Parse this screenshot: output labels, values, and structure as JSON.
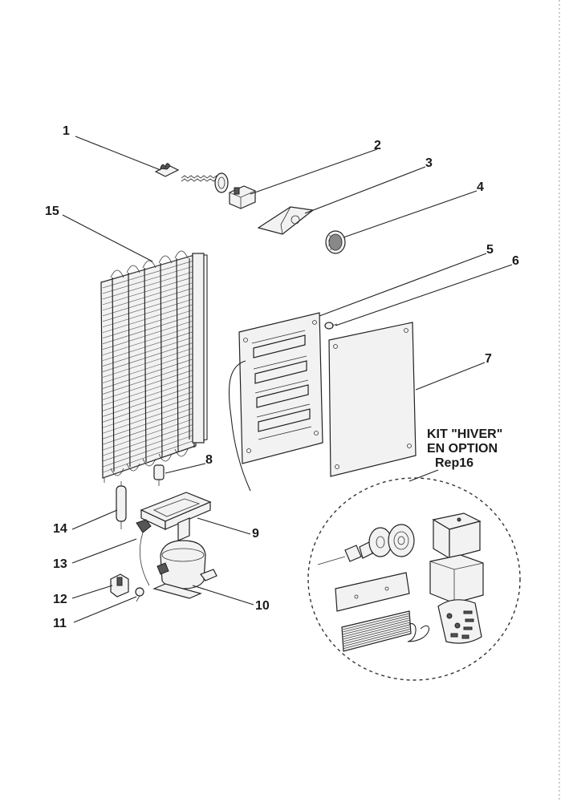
{
  "callouts": [
    {
      "id": "1",
      "label": "1"
    },
    {
      "id": "2",
      "label": "2"
    },
    {
      "id": "3",
      "label": "3"
    },
    {
      "id": "4",
      "label": "4"
    },
    {
      "id": "5",
      "label": "5"
    },
    {
      "id": "6",
      "label": "6"
    },
    {
      "id": "7",
      "label": "7"
    },
    {
      "id": "8",
      "label": "8"
    },
    {
      "id": "9",
      "label": "9"
    },
    {
      "id": "10",
      "label": "10"
    },
    {
      "id": "11",
      "label": "11"
    },
    {
      "id": "12",
      "label": "12"
    },
    {
      "id": "13",
      "label": "13"
    },
    {
      "id": "14",
      "label": "14"
    },
    {
      "id": "15",
      "label": "15"
    }
  ],
  "kit": {
    "line1": "KIT \"HIVER\"",
    "line2": "EN OPTION",
    "line3": "Rep16"
  }
}
